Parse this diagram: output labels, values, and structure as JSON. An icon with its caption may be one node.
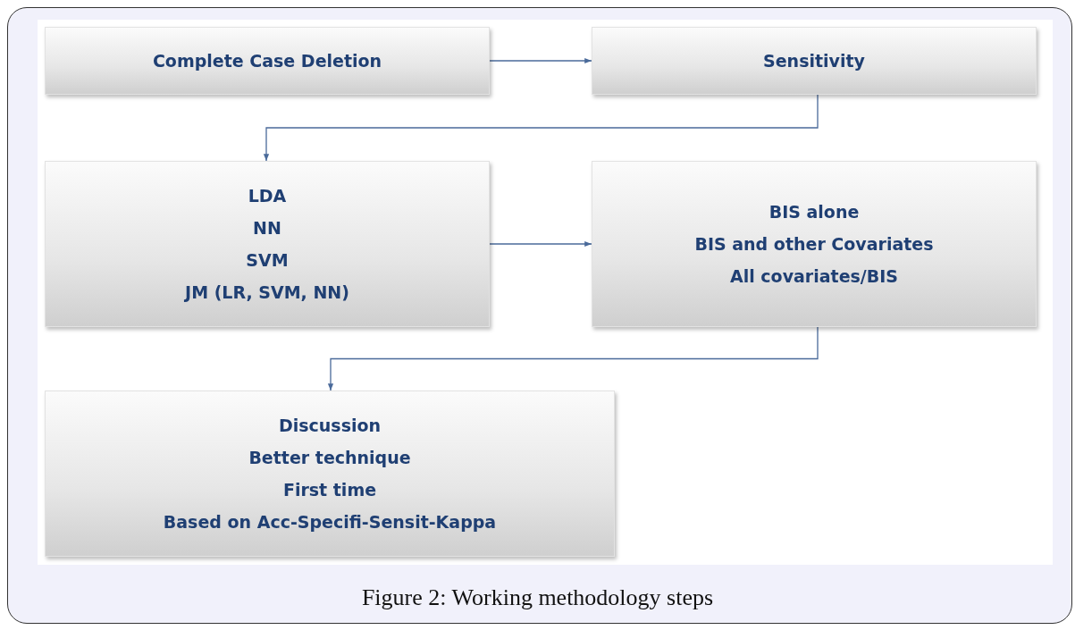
{
  "diagram": {
    "caption": "Figure 2: Working methodology steps",
    "nodes": [
      {
        "text": [
          "Complete Case Deletion"
        ]
      },
      {
        "text": [
          "Sensitivity"
        ]
      },
      {
        "text": [
          "LDA",
          "NN",
          "SVM",
          "JM (LR, SVM, NN)"
        ]
      },
      {
        "text": [
          "BIS alone",
          "BIS and other Covariates",
          "All covariates/BIS"
        ]
      },
      {
        "text": [
          "Discussion",
          "Better technique",
          "First time",
          "Based on Acc-Specifi-Sensit-Kappa"
        ]
      }
    ],
    "edges": [
      {
        "from": 0,
        "to": 1,
        "arrow": "to"
      },
      {
        "from": 1,
        "to": 2,
        "arrow": "to"
      },
      {
        "from": 2,
        "to": 3,
        "arrow": "to"
      },
      {
        "from": 3,
        "to": 4,
        "arrow": "to"
      }
    ]
  }
}
